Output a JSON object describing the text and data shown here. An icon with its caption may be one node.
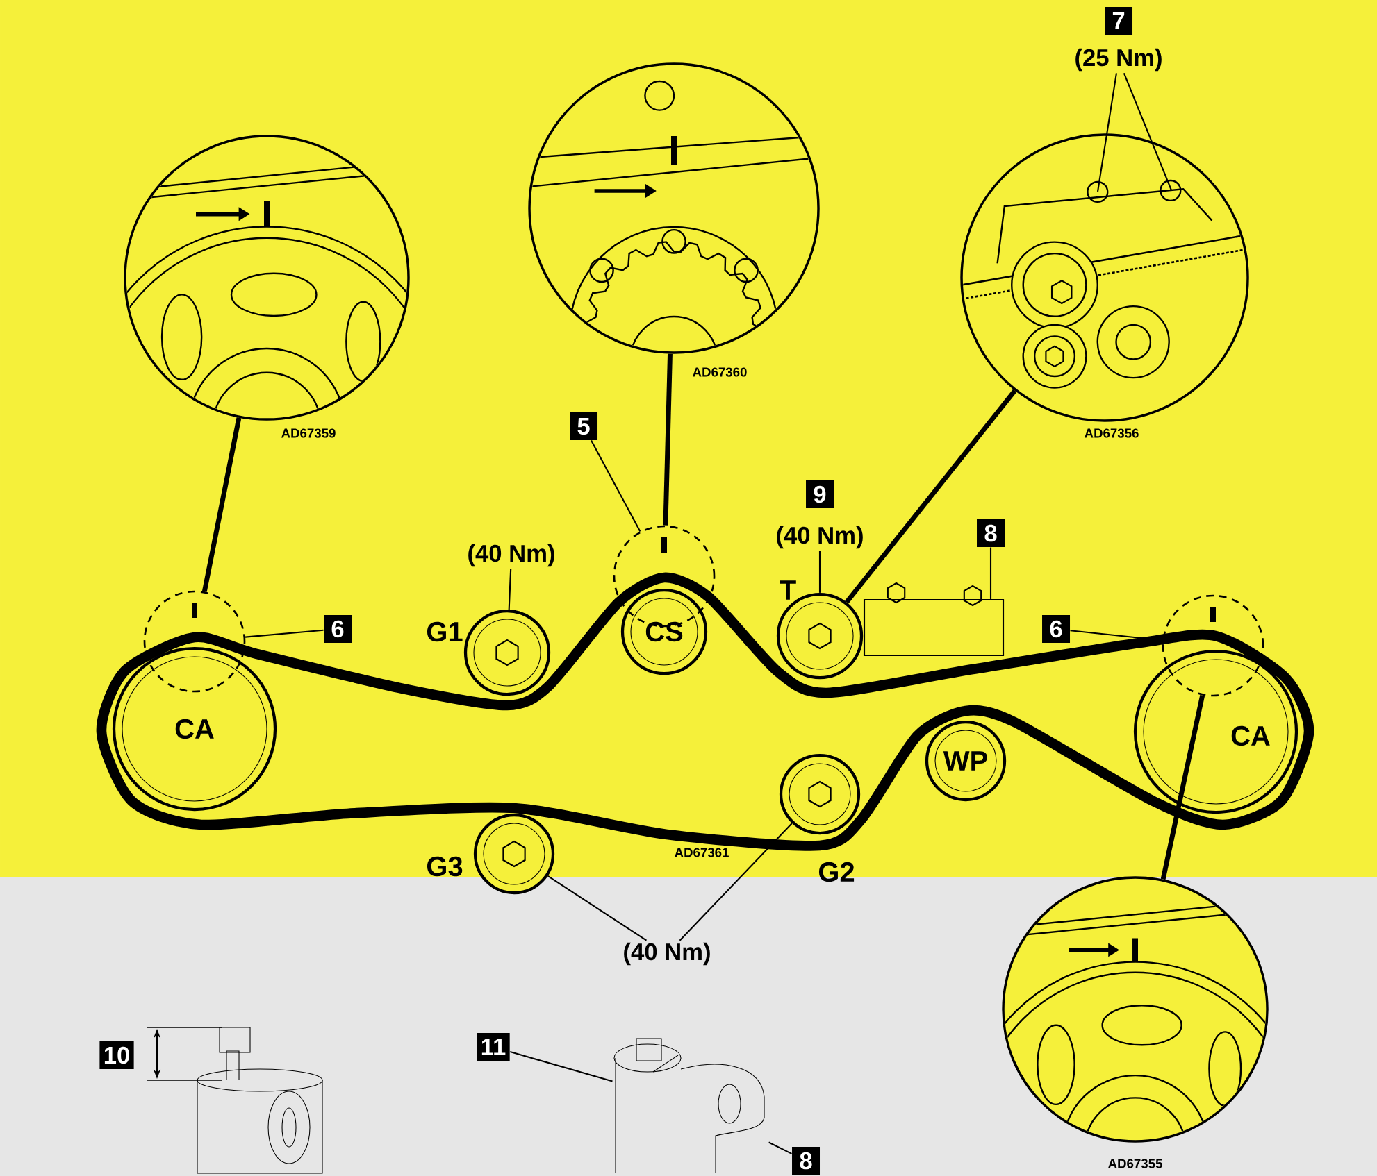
{
  "diagram": {
    "nodes": [
      {
        "text": [
          "CA"
        ]
      },
      {
        "text": [
          "G1"
        ]
      },
      {
        "text": [
          "CS"
        ]
      },
      {
        "text": [
          "T"
        ]
      },
      {
        "text": [],
        "shape": "box"
      },
      {
        "text": [
          "CA"
        ]
      },
      {
        "text": [
          "WP"
        ]
      },
      {
        "text": [
          "G2"
        ]
      },
      {
        "text": [
          "G3"
        ]
      },
      {
        "text": [],
        "shape": "circle"
      },
      {
        "text": [],
        "shape": "circle"
      },
      {
        "text": [],
        "shape": "circle"
      },
      {
        "text": [
          "AD67359"
        ]
      },
      {
        "text": [
          "AD67360"
        ]
      },
      {
        "text": [
          "AD67356"
        ]
      },
      {
        "text": [
          "AD67355"
        ]
      },
      {
        "text": [
          "(40 Nm)"
        ]
      },
      {
        "text": [
          "5"
        ]
      },
      {
        "text": [
          "6"
        ]
      },
      {
        "text": [
          "(40 Nm)"
        ]
      },
      {
        "text": [
          "8"
        ]
      },
      {
        "text": [
          "6"
        ]
      },
      {
        "text": [
          "(40 Nm)"
        ]
      },
      {
        "text": [
          "(25 Nm)"
        ]
      },
      {
        "text": [],
        "shape": "picture"
      },
      {
        "text": [
          "11"
        ]
      },
      {
        "text": [],
        "shape": "picture"
      },
      {
        "text": [
          "8"
        ]
      },
      {
        "text": [
          "7"
        ]
      },
      {
        "text": [
          "9"
        ]
      },
      {
        "text": [
          "10"
        ]
      }
    ],
    "edges": [
      {
        "from": 9,
        "to": 12,
        "arrow": "none",
        "style": "thick"
      },
      {
        "from": 10,
        "to": 13,
        "arrow": "none",
        "style": "thick"
      },
      {
        "from": 3,
        "to": 14,
        "arrow": "none",
        "style": "thick"
      },
      {
        "from": 11,
        "to": 15,
        "arrow": "none",
        "style": "thick"
      },
      {
        "from": 16,
        "to": 1,
        "arrow": "none"
      },
      {
        "from": 17,
        "to": 10,
        "arrow": "none"
      },
      {
        "from": 18,
        "to": 9,
        "arrow": "none"
      },
      {
        "from": 19,
        "to": 3,
        "arrow": "none"
      },
      {
        "from": 20,
        "to": 4,
        "arrow": "none"
      },
      {
        "from": 21,
        "to": 11,
        "arrow": "none"
      },
      {
        "from": 22,
        "to": 8,
        "arrow": "none"
      },
      {
        "from": 22,
        "to": 7,
        "arrow": "none"
      },
      {
        "from": 23,
        "to": 14,
        "arrow": "none"
      },
      {
        "from": 23,
        "to": 14,
        "arrow": "none"
      },
      {
        "from": 25,
        "to": 26,
        "arrow": "none"
      },
      {
        "from": 27,
        "to": 26,
        "arrow": "none"
      }
    ],
    "labels": [
      "AD67361"
    ]
  }
}
